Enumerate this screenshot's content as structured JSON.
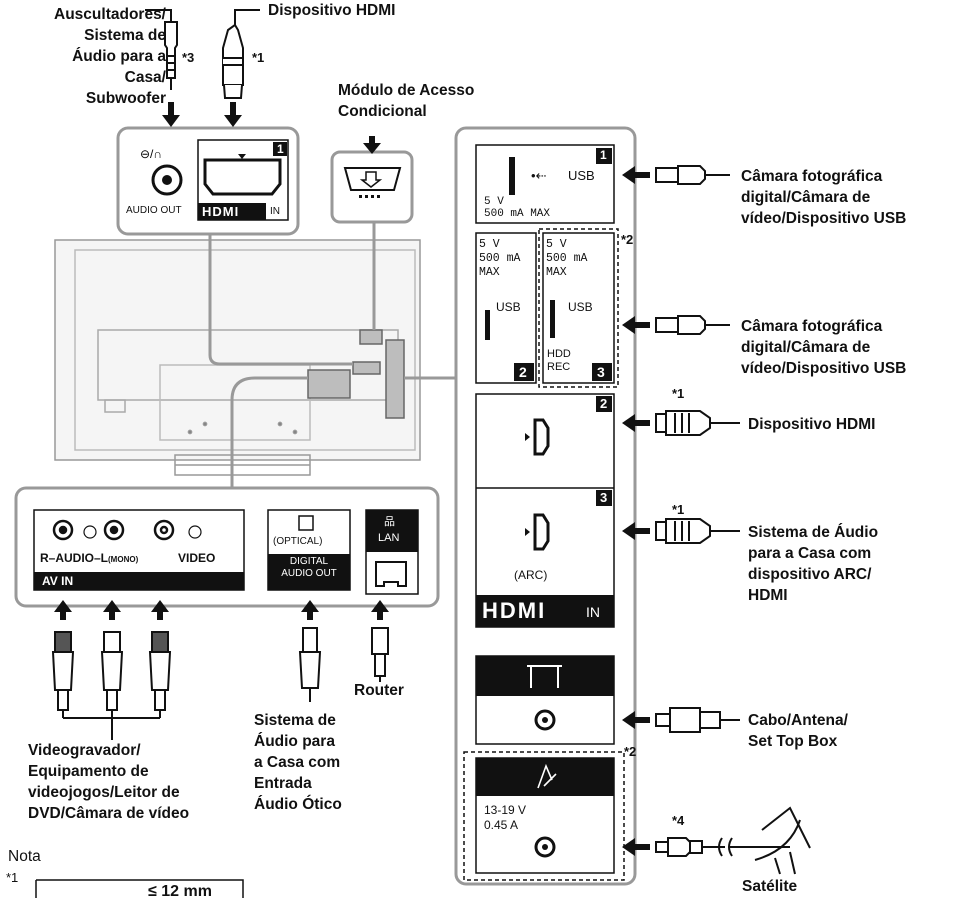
{
  "labels": {
    "headphones": [
      "Auscultadores/",
      "Sistema de",
      "Áudio para a",
      "Casa/",
      "Subwoofer"
    ],
    "hdmi_top": "Dispositivo HDMI",
    "cam": [
      "Módulo de Acesso",
      "Condicional"
    ],
    "usb1": [
      "Câmara fotográfica",
      "digital/Câmara de",
      "vídeo/Dispositivo USB"
    ],
    "usb2": [
      "Câmara fotográfica",
      "digital/Câmara de",
      "vídeo/Dispositivo USB"
    ],
    "hdmi2": "Dispositivo HDMI",
    "arc": [
      "Sistema de Áudio",
      "para a Casa com",
      "dispositivo ARC/",
      "HDMI"
    ],
    "antenna": [
      "Cabo/Antena/",
      "Set Top Box"
    ],
    "satellite": "Satélite",
    "router": "Router",
    "optical": [
      "Sistema de",
      "Áudio para",
      "a Casa com",
      "Entrada",
      "Áudio Ótico"
    ],
    "av": [
      "Videogravador/",
      "Equipamento de",
      "videojogos/Leitor de",
      "DVD/Câmara de vídeo"
    ],
    "nota": "Nota",
    "note_ref": "*1",
    "note_dim": "≤ 12 mm"
  },
  "footnotes": {
    "f1": "*1",
    "f2": "*2",
    "f3": "*3",
    "f4": "*4"
  },
  "ports": {
    "audio_out": "AUDIO OUT",
    "hdmi_logo": "HDMI",
    "in": "IN",
    "num1": "1",
    "num2": "2",
    "num3": "3",
    "usb": "USB",
    "usb1_spec": [
      "5 V",
      "500 mA MAX"
    ],
    "usb2_spec": [
      "5 V",
      "500 mA",
      "MAX"
    ],
    "usb3_spec": [
      "5 V",
      "500 mA",
      "MAX"
    ],
    "hdd_rec": [
      "HDD",
      "REC"
    ],
    "arc": "(ARC)",
    "av_audio": "R–AUDIO–L",
    "mono": "(MONO)",
    "video": "VIDEO",
    "av_in": "AV IN",
    "optical": "(OPTICAL)",
    "digital_audio_out": [
      "DIGITAL",
      "AUDIO OUT"
    ],
    "lan": "LAN",
    "sat_spec": [
      "13-19 V",
      "0.45 A"
    ]
  }
}
